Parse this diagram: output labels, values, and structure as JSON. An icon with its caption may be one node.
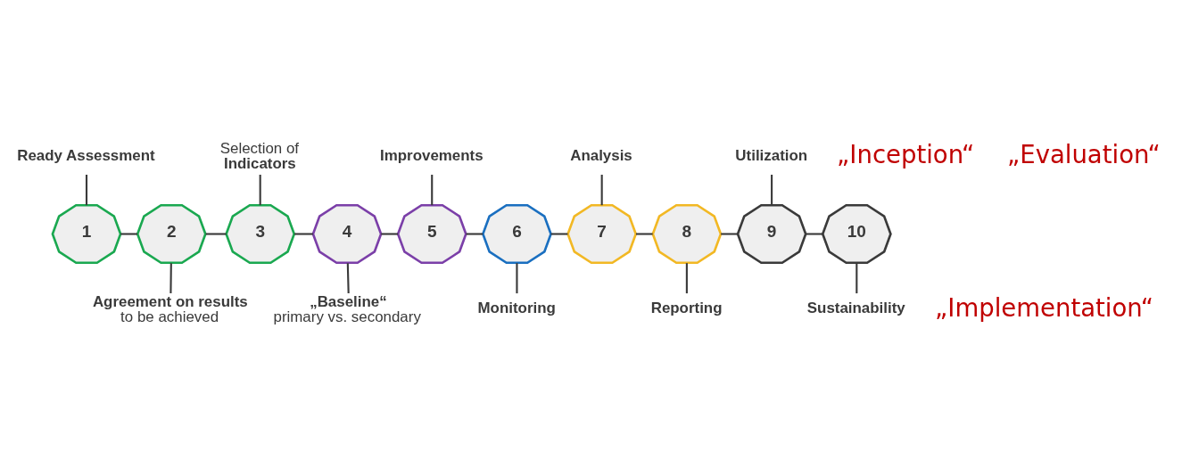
{
  "diagram": {
    "nodes": [
      {
        "text": [
          "1"
        ]
      },
      {
        "text": [
          "2"
        ]
      },
      {
        "text": [
          "3"
        ]
      },
      {
        "text": [
          "4"
        ]
      },
      {
        "text": [
          "5"
        ]
      },
      {
        "text": [
          "6"
        ]
      },
      {
        "text": [
          "7"
        ]
      },
      {
        "text": [
          "8"
        ]
      },
      {
        "text": [
          "9"
        ]
      },
      {
        "text": [
          "10"
        ]
      },
      {
        "text": [
          "Ready Assessment"
        ]
      },
      {
        "text": [
          "Agreement on results",
          "to be achieved"
        ]
      },
      {
        "text": [
          "Selection of",
          "Indicators"
        ]
      },
      {
        "text": [
          "„Baseline“",
          "primary vs. secondary"
        ]
      },
      {
        "text": [
          "Improvements"
        ]
      },
      {
        "text": [
          "Monitoring"
        ]
      },
      {
        "text": [
          "Analysis"
        ]
      },
      {
        "text": [
          "Reporting"
        ]
      },
      {
        "text": [
          "Utilization"
        ]
      },
      {
        "text": [
          "Sustainability"
        ]
      }
    ],
    "edges": [
      {
        "from": 0,
        "to": 1,
        "arrow": "none"
      },
      {
        "from": 1,
        "to": 2,
        "arrow": "none"
      },
      {
        "from": 2,
        "to": 3,
        "arrow": "none"
      },
      {
        "from": 3,
        "to": 4,
        "arrow": "none"
      },
      {
        "from": 4,
        "to": 5,
        "arrow": "none"
      },
      {
        "from": 5,
        "to": 6,
        "arrow": "none"
      },
      {
        "from": 6,
        "to": 7,
        "arrow": "none"
      },
      {
        "from": 7,
        "to": 8,
        "arrow": "none"
      },
      {
        "from": 8,
        "to": 9,
        "arrow": "none"
      },
      {
        "from": 10,
        "to": 0,
        "arrow": "none"
      },
      {
        "from": 1,
        "to": 11,
        "arrow": "none"
      },
      {
        "from": 12,
        "to": 2,
        "arrow": "none"
      },
      {
        "from": 3,
        "to": 13,
        "arrow": "none"
      },
      {
        "from": 14,
        "to": 4,
        "arrow": "none"
      },
      {
        "from": 5,
        "to": 15,
        "arrow": "none"
      },
      {
        "from": 16,
        "to": 6,
        "arrow": "none"
      },
      {
        "from": 7,
        "to": 17,
        "arrow": "none"
      },
      {
        "from": 18,
        "to": 8,
        "arrow": "none"
      },
      {
        "from": 9,
        "to": 19,
        "arrow": "none"
      }
    ],
    "labels": [
      "„Inception“",
      "„Evaluation“",
      "„Implementation“"
    ]
  }
}
